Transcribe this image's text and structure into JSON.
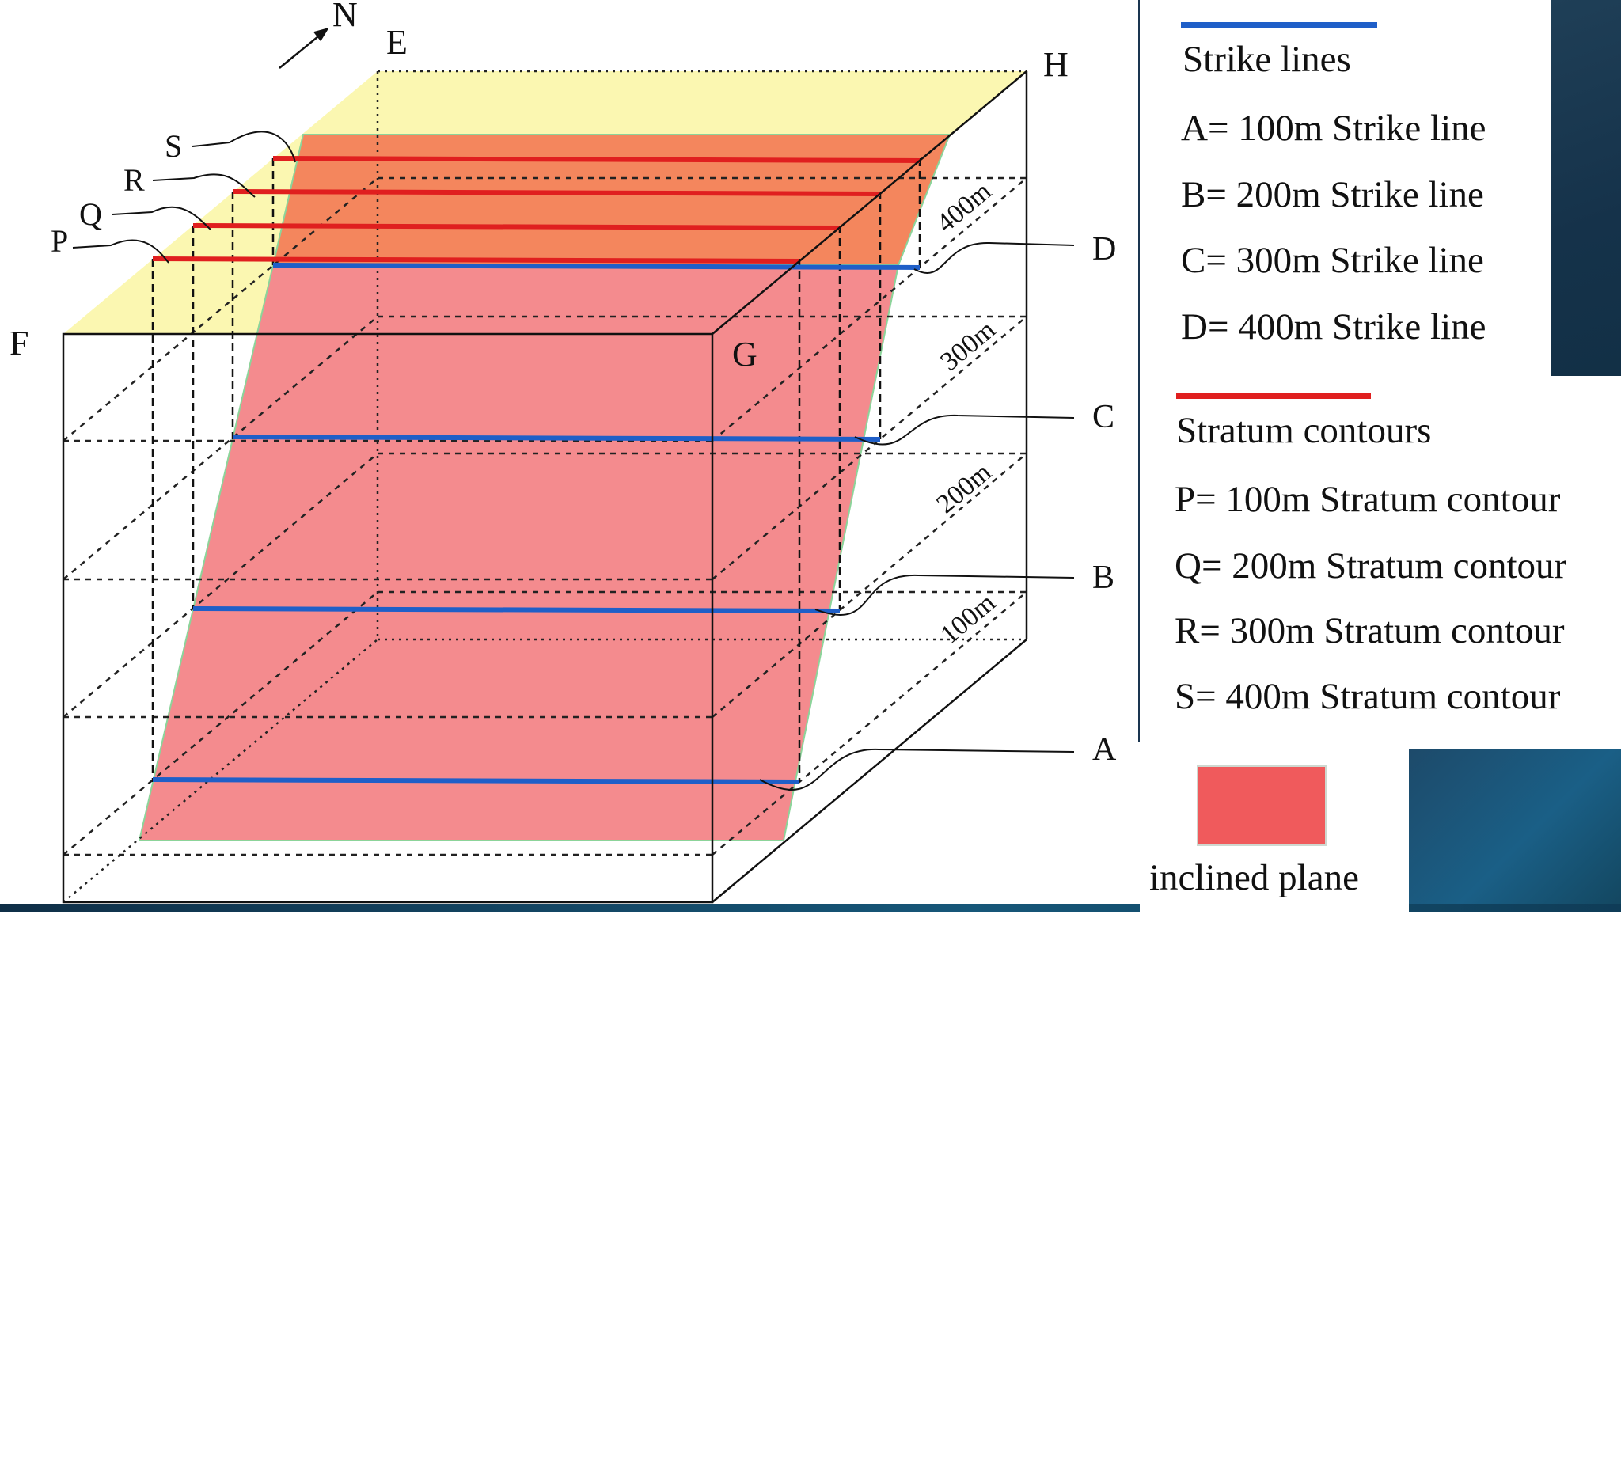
{
  "diagram": {
    "north_label": "N",
    "corner_labels": {
      "E": "E",
      "H": "H",
      "F": "F",
      "G": "G"
    },
    "contour_labels": [
      "S",
      "R",
      "Q",
      "P"
    ],
    "strike_labels": [
      "D",
      "C",
      "B",
      "A"
    ],
    "depth_labels": [
      "400m",
      "300m",
      "200m",
      "100m"
    ]
  },
  "legend": {
    "strike_title": "Strike lines",
    "strike_items": [
      "A= 100m Strike line",
      "B= 200m Strike line",
      "C= 300m Strike line",
      "D= 400m Strike line"
    ],
    "contour_title": "Stratum contours",
    "contour_items": [
      "P= 100m Stratum contour",
      "Q= 200m Stratum contour",
      "R= 300m Stratum contour",
      "S= 400m Stratum contour"
    ],
    "plane_label": "inclined plane"
  },
  "colors": {
    "strike_line": "#1f5fc8",
    "stratum_contour": "#e01f1f",
    "plane_fill": "#f48b8e",
    "plane_top_fill": "#f4865d",
    "top_face_fill": "#fbf7b1",
    "legend_plane": "#f05a5c"
  }
}
